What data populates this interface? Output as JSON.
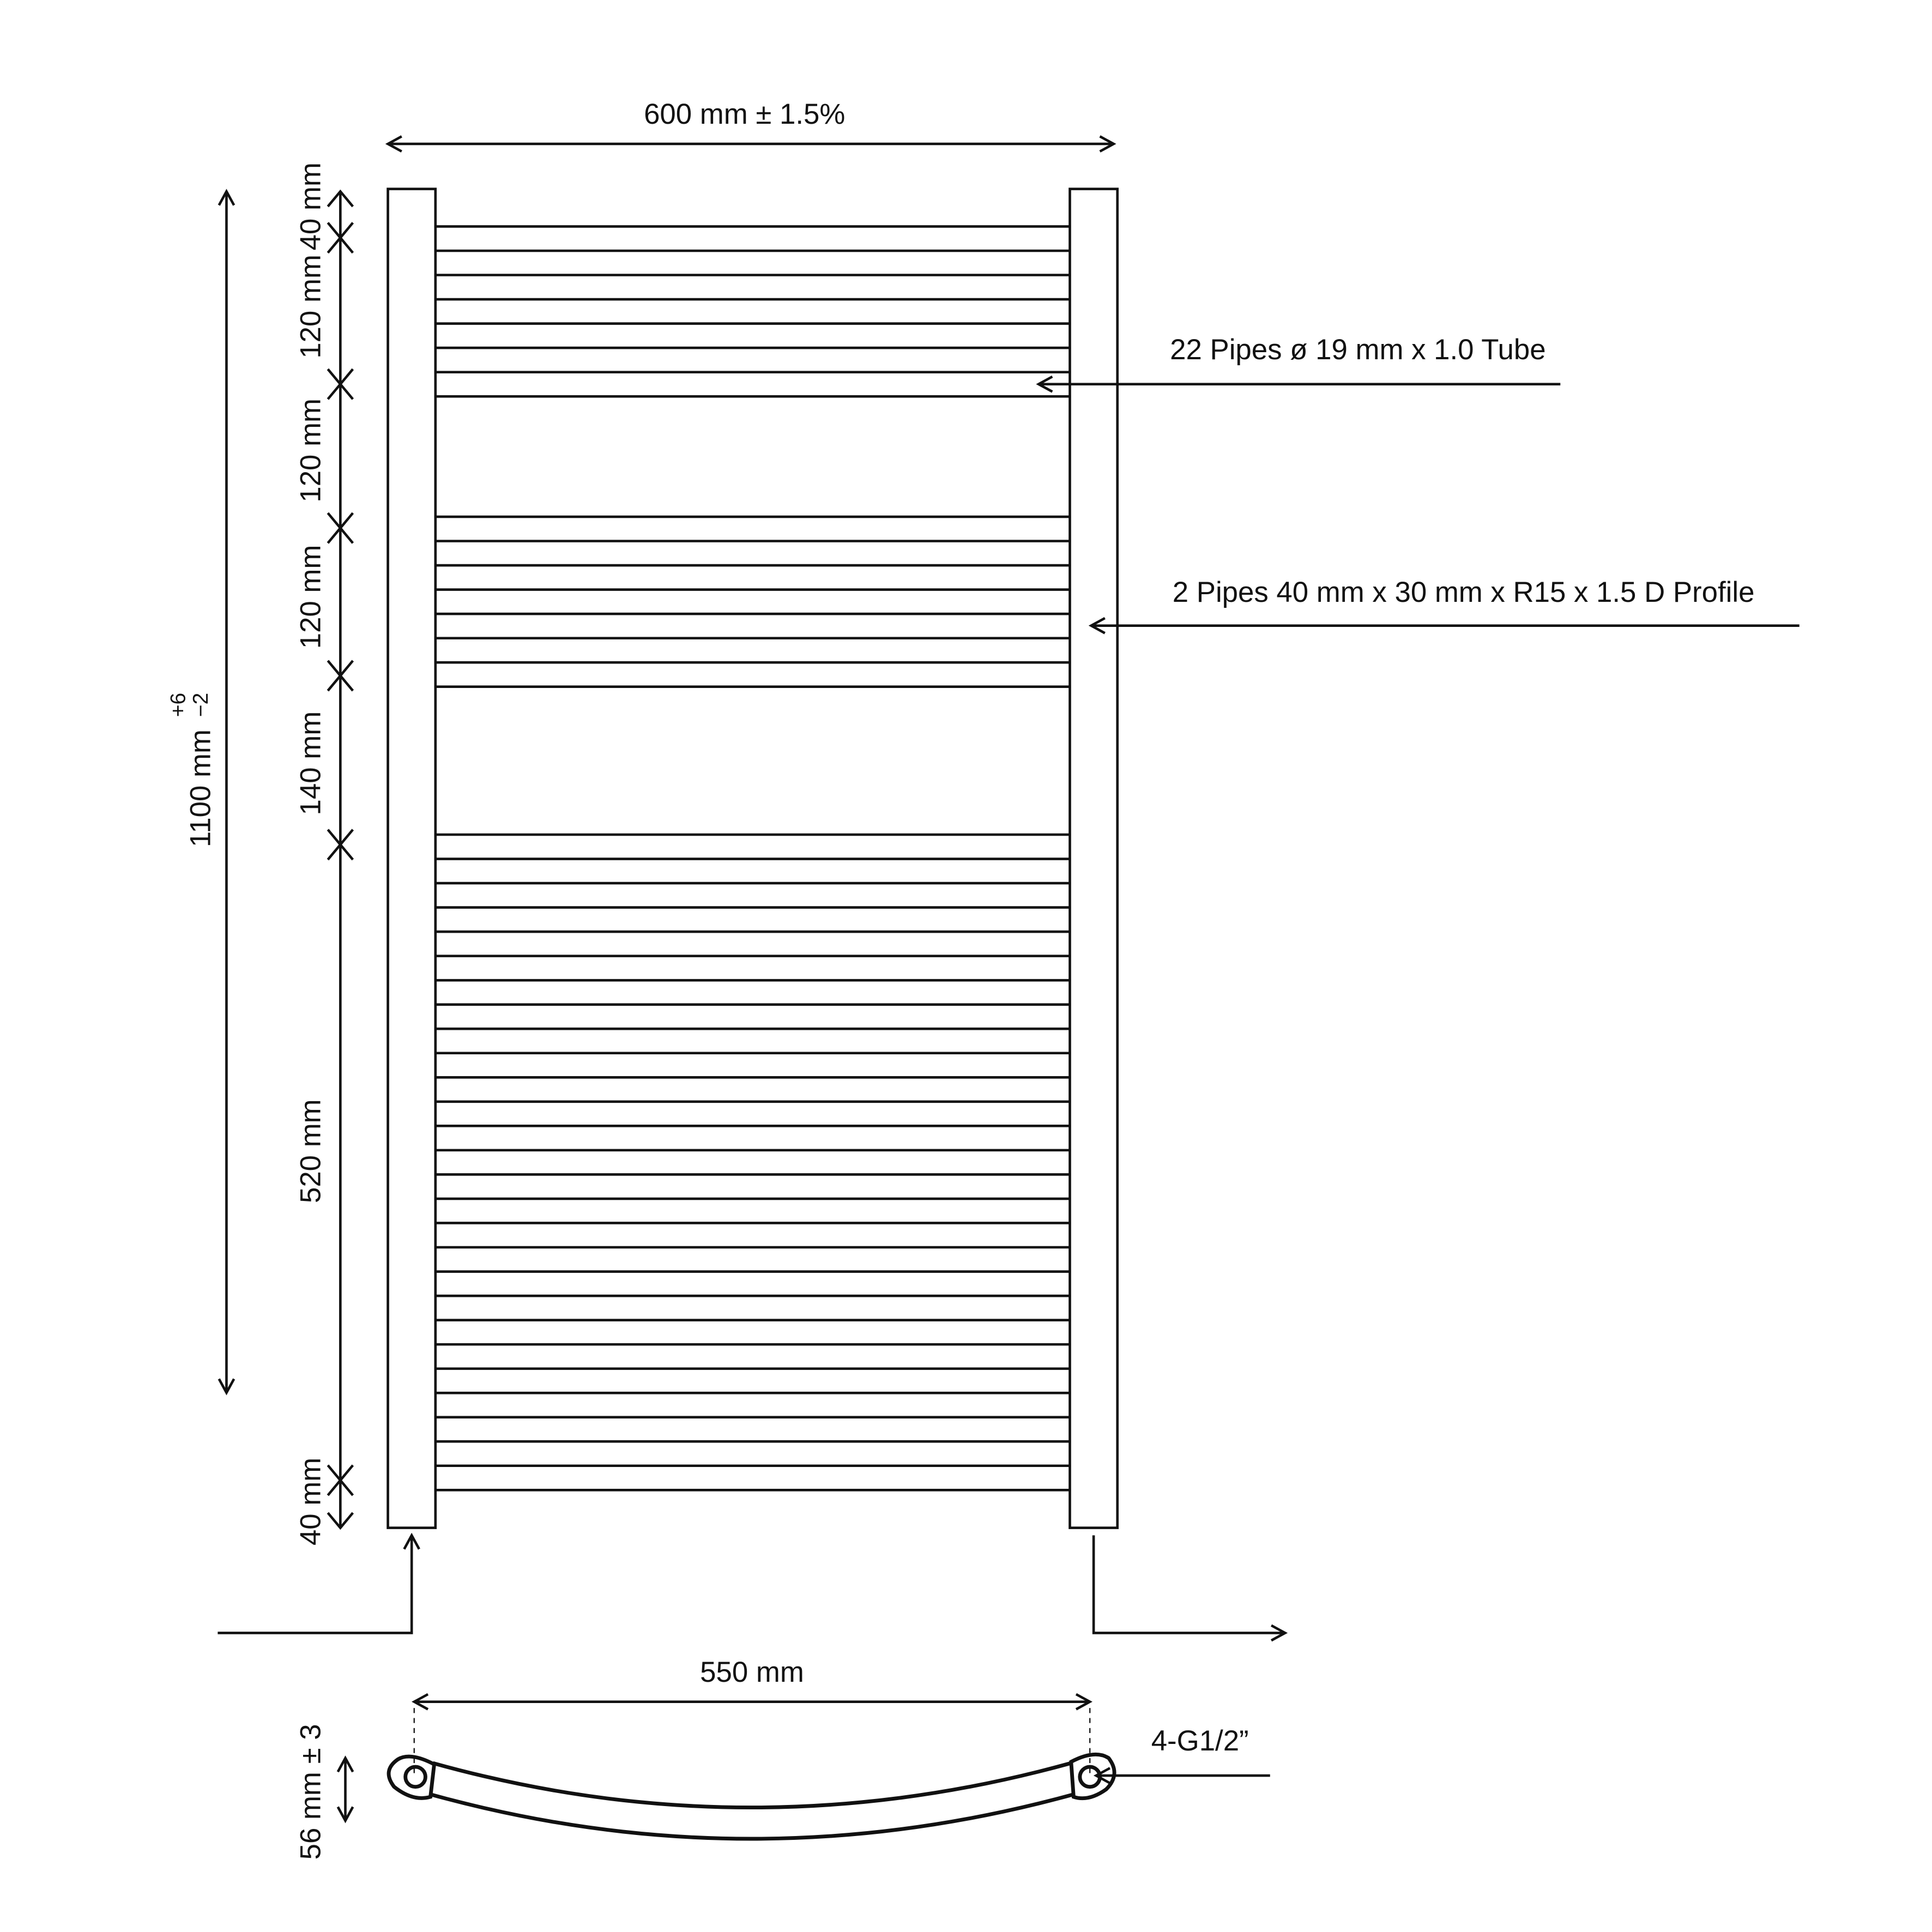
{
  "labels": {
    "width_total": "600 mm ± 1.5%",
    "height_total": "1100 mm",
    "height_tol_plus": "+6",
    "height_tol_minus": "−2",
    "seg_top": "40 mm",
    "seg_1": "120 mm",
    "seg_2": "120 mm",
    "seg_3": "120 mm",
    "seg_4": "140 mm",
    "seg_5": "520 mm",
    "seg_bottom": "40 mm",
    "pipes_horizontal": "22 Pipes ø 19 mm x 1.0 Tube",
    "pipes_vertical": "2 Pipes 40 mm x 30 mm x R15 x 1.5 D Profile",
    "centers": "550 mm",
    "depth": "56 mm ± 3",
    "connections": "4-G1/2”"
  },
  "rail_groups": [
    {
      "name": "top",
      "pipes": 4
    },
    {
      "name": "middle",
      "pipes": 4
    },
    {
      "name": "bottom",
      "pipes": 14
    }
  ],
  "colors": {
    "line": "#111111",
    "background": "#ffffff"
  }
}
